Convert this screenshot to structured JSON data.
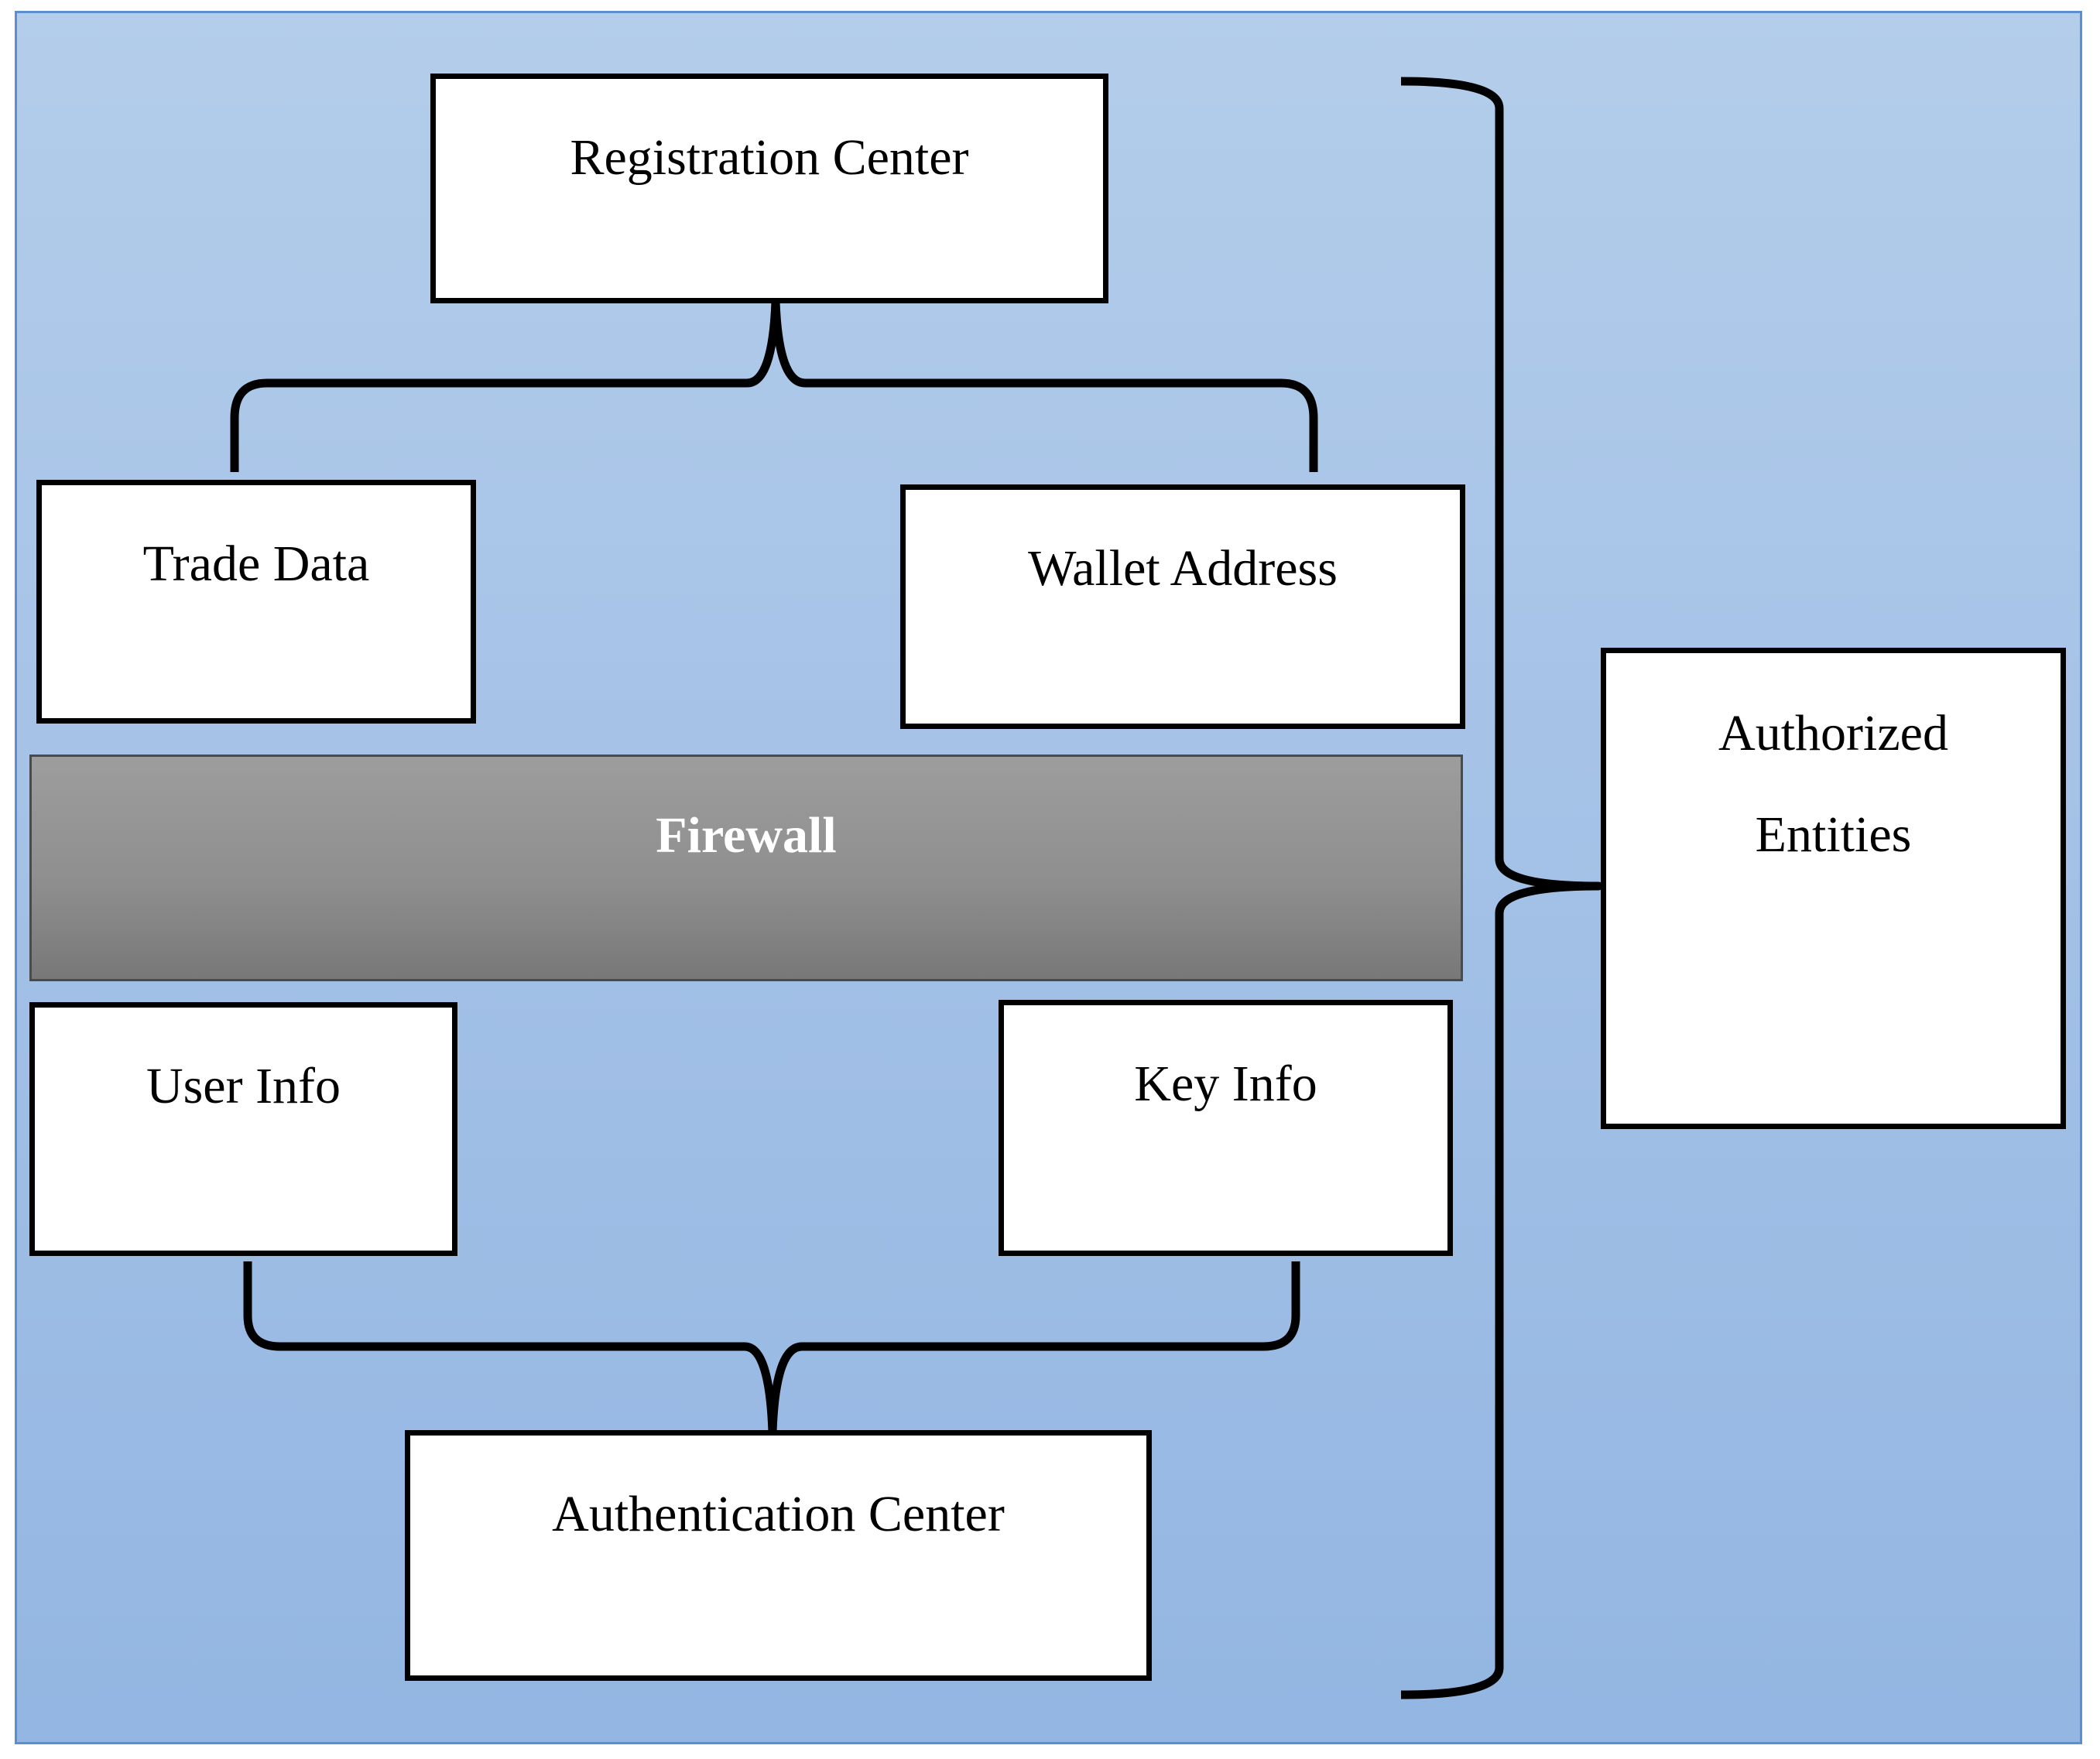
{
  "diagram": {
    "nodes": {
      "registration_center": "Registration Center",
      "trade_data": "Trade Data",
      "wallet_address": "Wallet Address",
      "firewall": "Firewall",
      "user_info": "User Info",
      "key_info": "Key Info",
      "authentication_center": "Authentication Center",
      "authorized_entities_line1": "Authorized",
      "authorized_entities_line2": "Entities"
    },
    "colors": {
      "panel_fill": "#a5c2e7",
      "panel_border": "#5b8fd0",
      "box_fill": "#ffffff",
      "box_border": "#000000",
      "firewall_fill": "#8f8f8f",
      "firewall_text": "#ffffff"
    }
  }
}
